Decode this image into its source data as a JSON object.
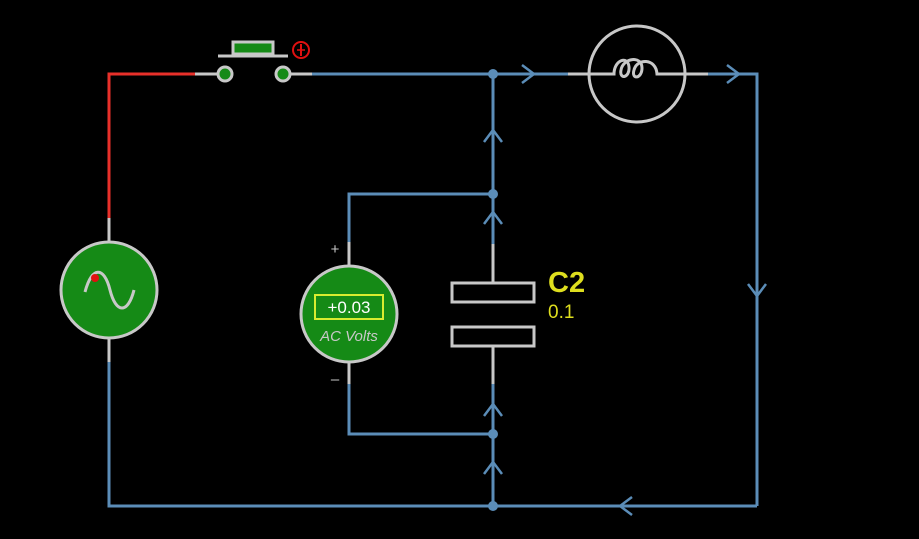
{
  "colors": {
    "background": "#000000",
    "wire": "#5b8db8",
    "wire_live": "#e8302a",
    "component_outline": "#c8c8c8",
    "meter_fill": "#158a16",
    "label_yellow": "#dede1e",
    "alert_red": "#e01010"
  },
  "voltmeter": {
    "reading": "+0.03",
    "mode_label": "AC Volts",
    "plus_symbol": "+",
    "minus_symbol": "–"
  },
  "capacitor": {
    "name": "C2",
    "value": "0.1"
  },
  "icons": {
    "source": "ac-source-sine-icon",
    "lamp": "lamp-filament-icon",
    "switch": "push-button-switch-icon",
    "switch_alert": "alert-badge-icon"
  }
}
